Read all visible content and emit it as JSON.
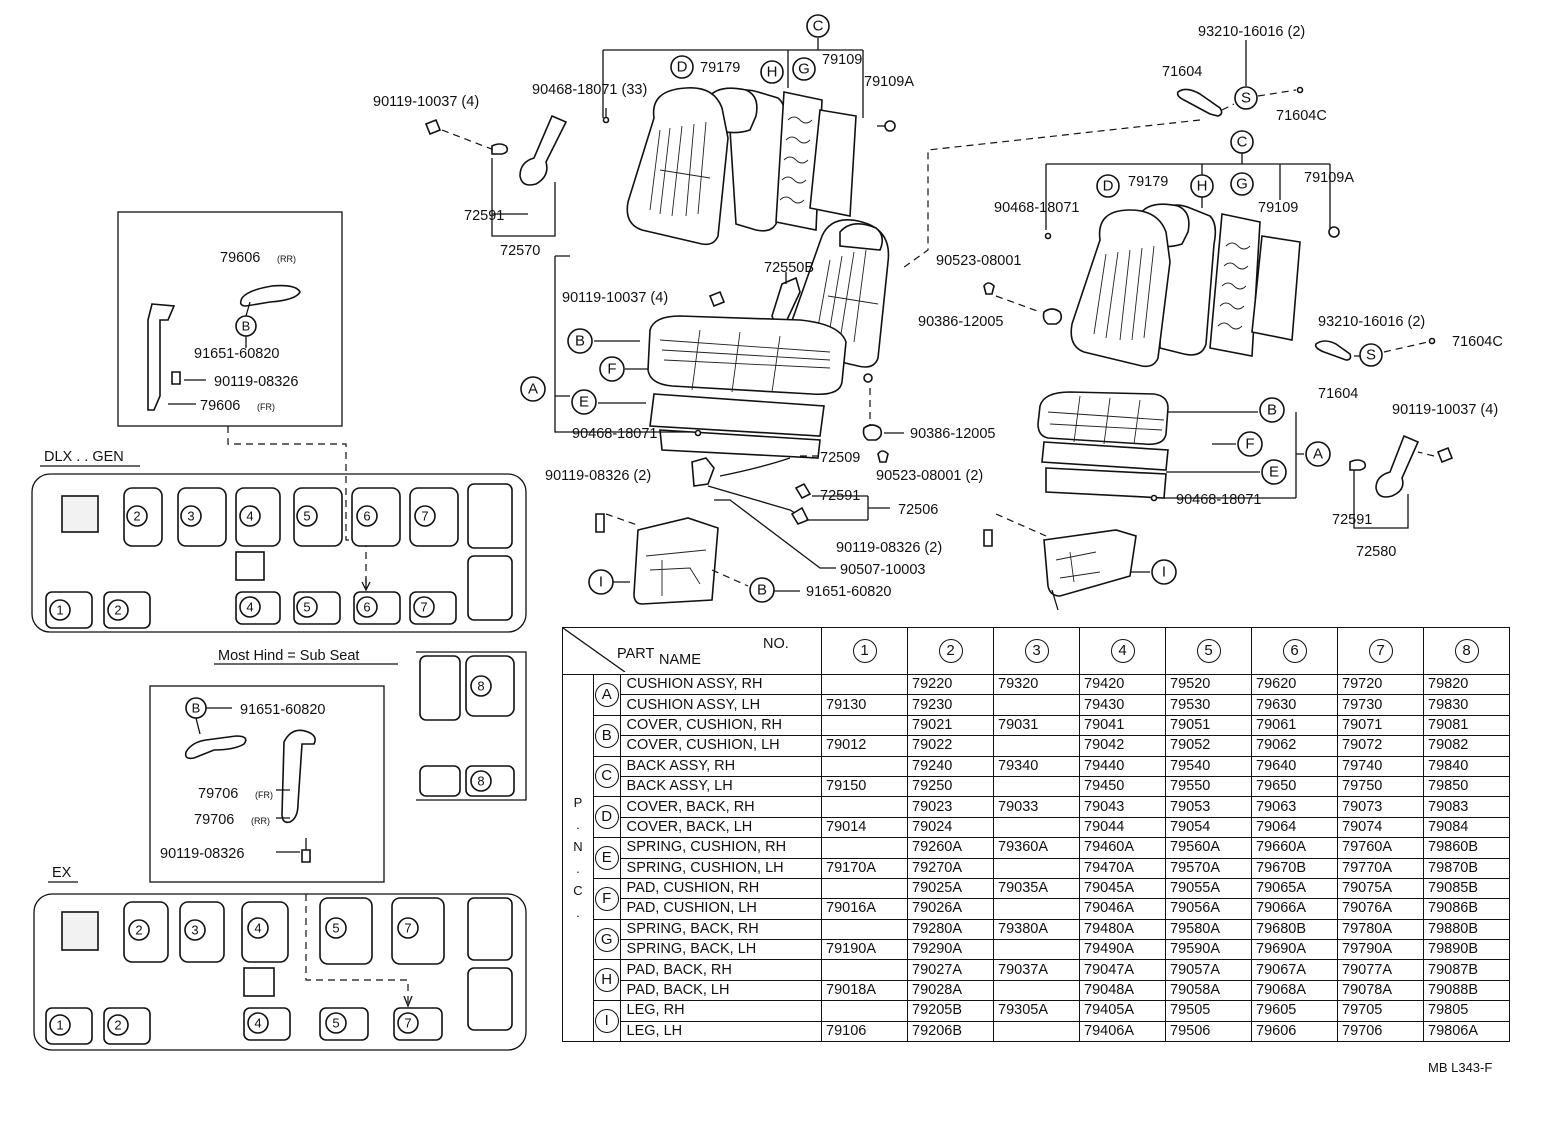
{
  "callouts": {
    "c_top": "C",
    "d_top": "D",
    "h_top": "H",
    "g_top": "G",
    "c_right": "C",
    "d_right": "D",
    "h_right": "H",
    "g_right": "G",
    "s1": "S",
    "s2": "S",
    "b_left": "B",
    "f_left": "F",
    "a_left": "A",
    "e_left": "E",
    "b_right": "B",
    "f_right": "F",
    "a_right": "A",
    "e_right": "E",
    "i_left": "I",
    "i_right": "I",
    "b_inset1": "B",
    "b_leg": "B",
    "b_inset2": "B"
  },
  "parts": {
    "p79179_top": "79179",
    "p79109_top": "79109",
    "p79109a_top": "79109A",
    "p90468_33": "90468-18071 (33)",
    "p90119_4_top": "90119-10037 (4)",
    "p72591_top": "72591",
    "p72570": "72570",
    "p93210_top": "93210-16016 (2)",
    "p71604_top": "71604",
    "p71604c_top": "71604C",
    "p79179_right": "79179",
    "p79109a_right": "79109A",
    "p79109_right": "79109",
    "p90468_right": "90468-18071",
    "p72550b": "72550B",
    "p90523_top": "90523-08001",
    "p90386_top": "90386-12005",
    "p93210_mid": "93210-16016 (2)",
    "p71604c_mid": "71604C",
    "p71604_mid": "71604",
    "p90119_4_mid": "90119-10037 (4)",
    "p90119_4_right": "90119-10037 (4)",
    "p90468_left": "90468-18071",
    "p90386_mid": "90386-12005",
    "p90523_2": "90523-08001 (2)",
    "p72509": "72509",
    "p90119_08326_2a": "90119-08326 (2)",
    "p72591_mid": "72591",
    "p72506": "72506",
    "p90119_08326_2b": "90119-08326 (2)",
    "p90507": "90507-10003",
    "p91651_leg": "91651-60820",
    "p90468_rb": "90468-18071",
    "p72591_right": "72591",
    "p72580": "72580"
  },
  "inset1": {
    "p79606rr": "79606",
    "p79606rr_sfx": "(RR)",
    "p91651": "91651-60820",
    "p90119": "90119-08326",
    "p79606fr": "79606",
    "p79606fr_sfx": "(FR)"
  },
  "inset2": {
    "p91651": "91651-60820",
    "p79706fr": "79706",
    "p79706fr_sfx": "(FR)",
    "p79706rr": "79706",
    "p79706rr_sfx": "(RR)",
    "p90119": "90119-08326"
  },
  "layouts": {
    "dlx_gen": "DLX . . GEN",
    "sub_seat": "Most Hind = Sub Seat",
    "ex": "EX",
    "n1": "1",
    "n2": "2",
    "n3": "3",
    "n4": "4",
    "n5": "5",
    "n6": "6",
    "n7": "7",
    "n8": "8"
  },
  "table": {
    "header_part": "PART",
    "header_name": "NAME",
    "header_no": "NO.",
    "columns": [
      "1",
      "2",
      "3",
      "4",
      "5",
      "6",
      "7",
      "8"
    ],
    "pnc": "P . N . C .",
    "rows": [
      {
        "grp": "A",
        "name": "CUSHION ASSY, RH",
        "v": [
          "",
          "79220",
          "79320",
          "79420",
          "79520",
          "79620",
          "79720",
          "79820"
        ]
      },
      {
        "grp": "A",
        "name": "CUSHION ASSY, LH",
        "v": [
          "79130",
          "79230",
          "",
          "79430",
          "79530",
          "79630",
          "79730",
          "79830"
        ]
      },
      {
        "grp": "B",
        "name": "COVER, CUSHION, RH",
        "v": [
          "",
          "79021",
          "79031",
          "79041",
          "79051",
          "79061",
          "79071",
          "79081"
        ]
      },
      {
        "grp": "B",
        "name": "COVER, CUSHION, LH",
        "v": [
          "79012",
          "79022",
          "",
          "79042",
          "79052",
          "79062",
          "79072",
          "79082"
        ]
      },
      {
        "grp": "C",
        "name": "BACK ASSY, RH",
        "v": [
          "",
          "79240",
          "79340",
          "79440",
          "79540",
          "79640",
          "79740",
          "79840"
        ]
      },
      {
        "grp": "C",
        "name": "BACK ASSY, LH",
        "v": [
          "79150",
          "79250",
          "",
          "79450",
          "79550",
          "79650",
          "79750",
          "79850"
        ]
      },
      {
        "grp": "D",
        "name": "COVER, BACK, RH",
        "v": [
          "",
          "79023",
          "79033",
          "79043",
          "79053",
          "79063",
          "79073",
          "79083"
        ]
      },
      {
        "grp": "D",
        "name": "COVER, BACK, LH",
        "v": [
          "79014",
          "79024",
          "",
          "79044",
          "79054",
          "79064",
          "79074",
          "79084"
        ]
      },
      {
        "grp": "E",
        "name": "SPRING, CUSHION, RH",
        "v": [
          "",
          "79260A",
          "79360A",
          "79460A",
          "79560A",
          "79660A",
          "79760A",
          "79860B"
        ]
      },
      {
        "grp": "E",
        "name": "SPRING, CUSHION, LH",
        "v": [
          "79170A",
          "79270A",
          "",
          "79470A",
          "79570A",
          "79670B",
          "79770A",
          "79870B"
        ]
      },
      {
        "grp": "F",
        "name": "PAD, CUSHION, RH",
        "v": [
          "",
          "79025A",
          "79035A",
          "79045A",
          "79055A",
          "79065A",
          "79075A",
          "79085B"
        ]
      },
      {
        "grp": "F",
        "name": "PAD, CUSHION, LH",
        "v": [
          "79016A",
          "79026A",
          "",
          "79046A",
          "79056A",
          "79066A",
          "79076A",
          "79086B"
        ]
      },
      {
        "grp": "G",
        "name": "SPRING, BACK, RH",
        "v": [
          "",
          "79280A",
          "79380A",
          "79480A",
          "79580A",
          "79680B",
          "79780A",
          "79880B"
        ]
      },
      {
        "grp": "G",
        "name": "SPRING, BACK, LH",
        "v": [
          "79190A",
          "79290A",
          "",
          "79490A",
          "79590A",
          "79690A",
          "79790A",
          "79890B"
        ]
      },
      {
        "grp": "H",
        "name": "PAD, BACK, RH",
        "v": [
          "",
          "79027A",
          "79037A",
          "79047A",
          "79057A",
          "79067A",
          "79077A",
          "79087B"
        ]
      },
      {
        "grp": "H",
        "name": "PAD, BACK, LH",
        "v": [
          "79018A",
          "79028A",
          "",
          "79048A",
          "79058A",
          "79068A",
          "79078A",
          "79088B"
        ]
      },
      {
        "grp": "I",
        "name": "LEG, RH",
        "v": [
          "",
          "79205B",
          "79305A",
          "79405A",
          "79505",
          "79605",
          "79705",
          "79805"
        ]
      },
      {
        "grp": "I",
        "name": "LEG, LH",
        "v": [
          "79106",
          "79206B",
          "",
          "79406A",
          "79506",
          "79606",
          "79706",
          "79806A"
        ]
      }
    ]
  },
  "diagram_code": "MB L343-F"
}
